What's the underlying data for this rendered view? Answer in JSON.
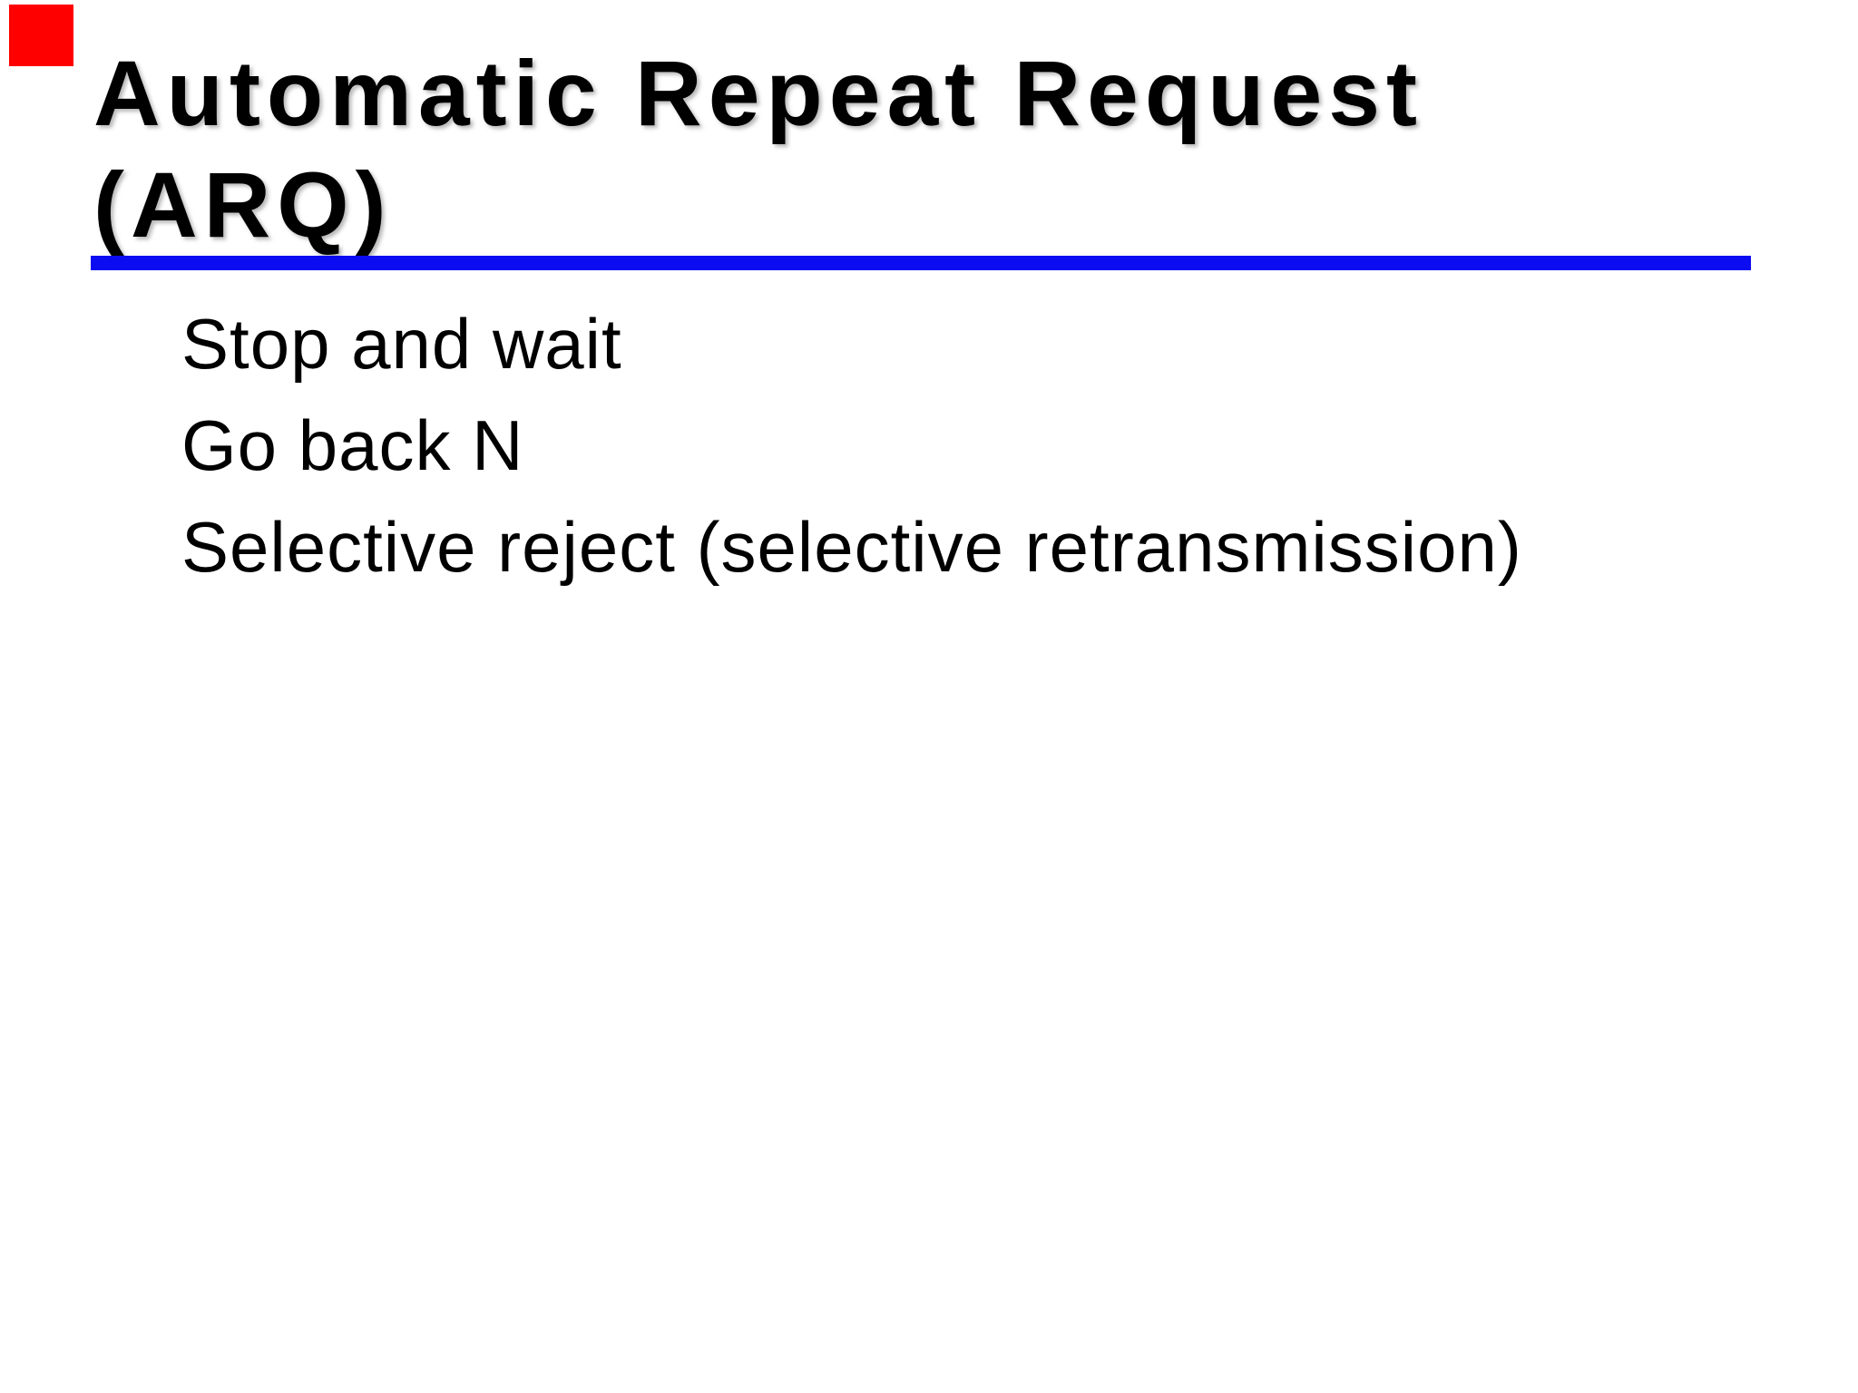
{
  "slide": {
    "title_line1": "Automatic Repeat Request",
    "title_line2": "(ARQ)",
    "bullets": [
      "Stop and wait",
      "Go back N",
      "Selective reject (selective retransmission)"
    ],
    "colors": {
      "background": "#FFFFFF",
      "text": "#000000",
      "divider_blue": "#0C0CF2",
      "corner_marker_red": "#FF0000"
    }
  }
}
